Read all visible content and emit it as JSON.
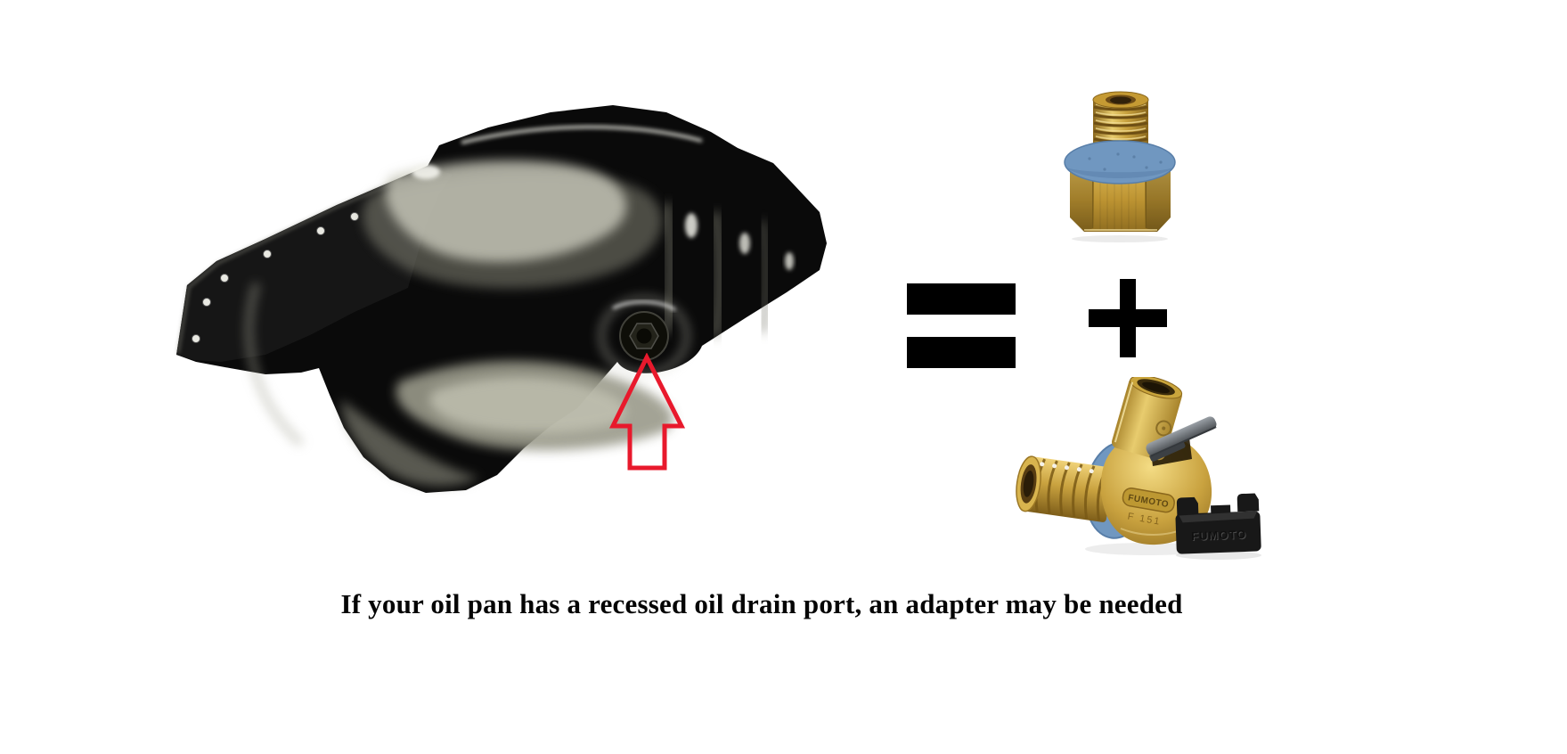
{
  "page": {
    "background": "#ffffff",
    "description": "Instructional graphic: oil pan with recessed drain port equals adapter plus Fumoto drain valve"
  },
  "caption": {
    "text": "If your oil pan has a recessed oil drain port, an adapter may be needed"
  },
  "equation": {
    "equals_symbol": "=",
    "plus_symbol": "+",
    "symbol_color": "#000000"
  },
  "annotation": {
    "arrow_direction": "up",
    "arrow_color": "#e8192c",
    "points_to": "recessed oil drain port"
  },
  "parts": {
    "oil_pan": {
      "label": "black steel oil pan with recessed oil drain port",
      "body_color": "#0a0a0a",
      "sheen_color": "#9c9c8c"
    },
    "adapter": {
      "label": "brass drain port adapter with blue fiber gasket",
      "body_color": "#c9a23f",
      "gasket_color": "#7097c0"
    },
    "valve": {
      "label": "Fumoto quick oil drain valve",
      "brand": "FUMOTO",
      "model": "F 151",
      "body_color": "#c9a23f",
      "gasket_color": "#7097c0",
      "lever_color": "#6a6e72"
    },
    "clip": {
      "label": "black valve lever clip",
      "brand": "FUMOTO",
      "color": "#181818"
    }
  }
}
